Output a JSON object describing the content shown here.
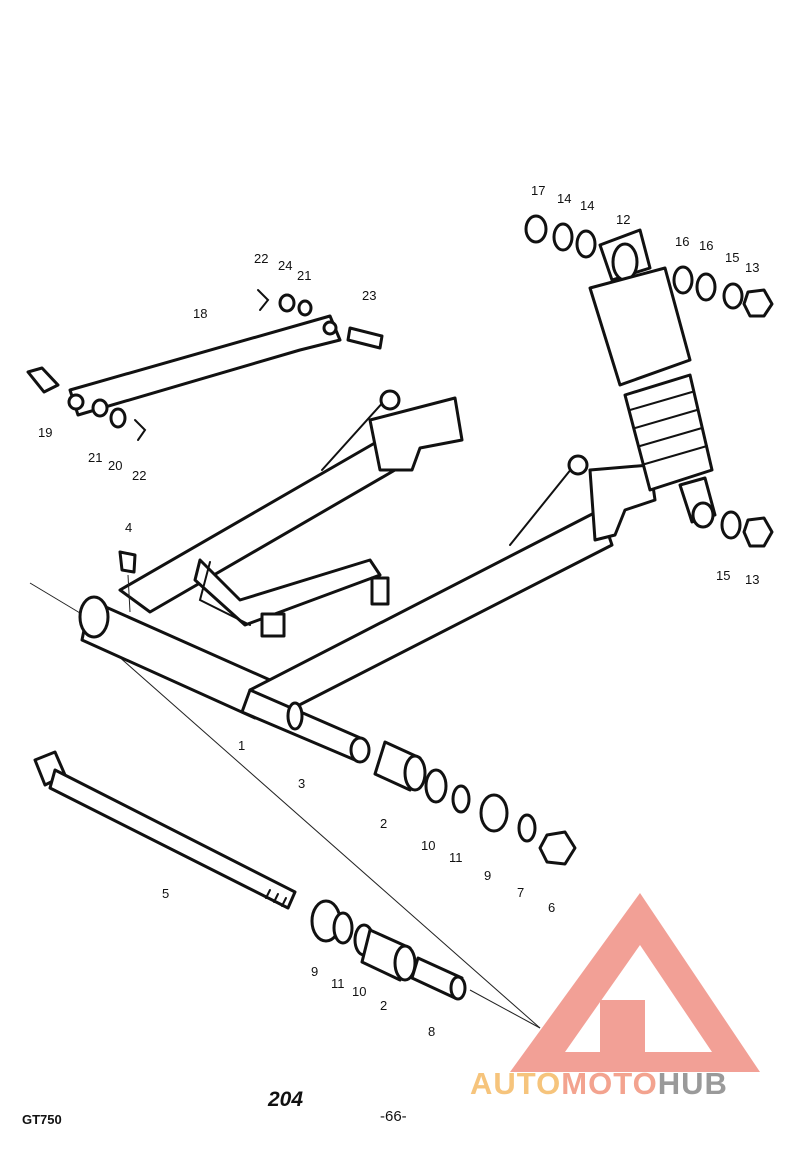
{
  "document": {
    "page_title": "204",
    "model": "GT750",
    "page_number": "-66-"
  },
  "watermark": {
    "part1": "AUTO",
    "part2": "MOTO",
    "part3": "HUB",
    "color_logo": "#f2a096",
    "color_auto": "#f6c47c",
    "color_hub": "#9a9a9a"
  },
  "callouts": [
    {
      "id": "c1",
      "label": "1"
    },
    {
      "id": "c2a",
      "label": "2"
    },
    {
      "id": "c2b",
      "label": "2"
    },
    {
      "id": "c3",
      "label": "3"
    },
    {
      "id": "c4",
      "label": "4"
    },
    {
      "id": "c5",
      "label": "5"
    },
    {
      "id": "c6",
      "label": "6"
    },
    {
      "id": "c7",
      "label": "7"
    },
    {
      "id": "c8",
      "label": "8"
    },
    {
      "id": "c9a",
      "label": "9"
    },
    {
      "id": "c9b",
      "label": "9"
    },
    {
      "id": "c10a",
      "label": "10"
    },
    {
      "id": "c10b",
      "label": "10"
    },
    {
      "id": "c11a",
      "label": "11"
    },
    {
      "id": "c11b",
      "label": "11"
    },
    {
      "id": "c12",
      "label": "12"
    },
    {
      "id": "c13a",
      "label": "13"
    },
    {
      "id": "c13b",
      "label": "13"
    },
    {
      "id": "c14a",
      "label": "14"
    },
    {
      "id": "c14b",
      "label": "14"
    },
    {
      "id": "c15a",
      "label": "15"
    },
    {
      "id": "c15b",
      "label": "15"
    },
    {
      "id": "c16a",
      "label": "16"
    },
    {
      "id": "c16b",
      "label": "16"
    },
    {
      "id": "c17",
      "label": "17"
    },
    {
      "id": "c18",
      "label": "18"
    },
    {
      "id": "c19",
      "label": "19"
    },
    {
      "id": "c20",
      "label": "20"
    },
    {
      "id": "c21a",
      "label": "21"
    },
    {
      "id": "c21b",
      "label": "21"
    },
    {
      "id": "c22a",
      "label": "22"
    },
    {
      "id": "c22b",
      "label": "22"
    },
    {
      "id": "c23",
      "label": "23"
    },
    {
      "id": "c24",
      "label": "24"
    }
  ]
}
